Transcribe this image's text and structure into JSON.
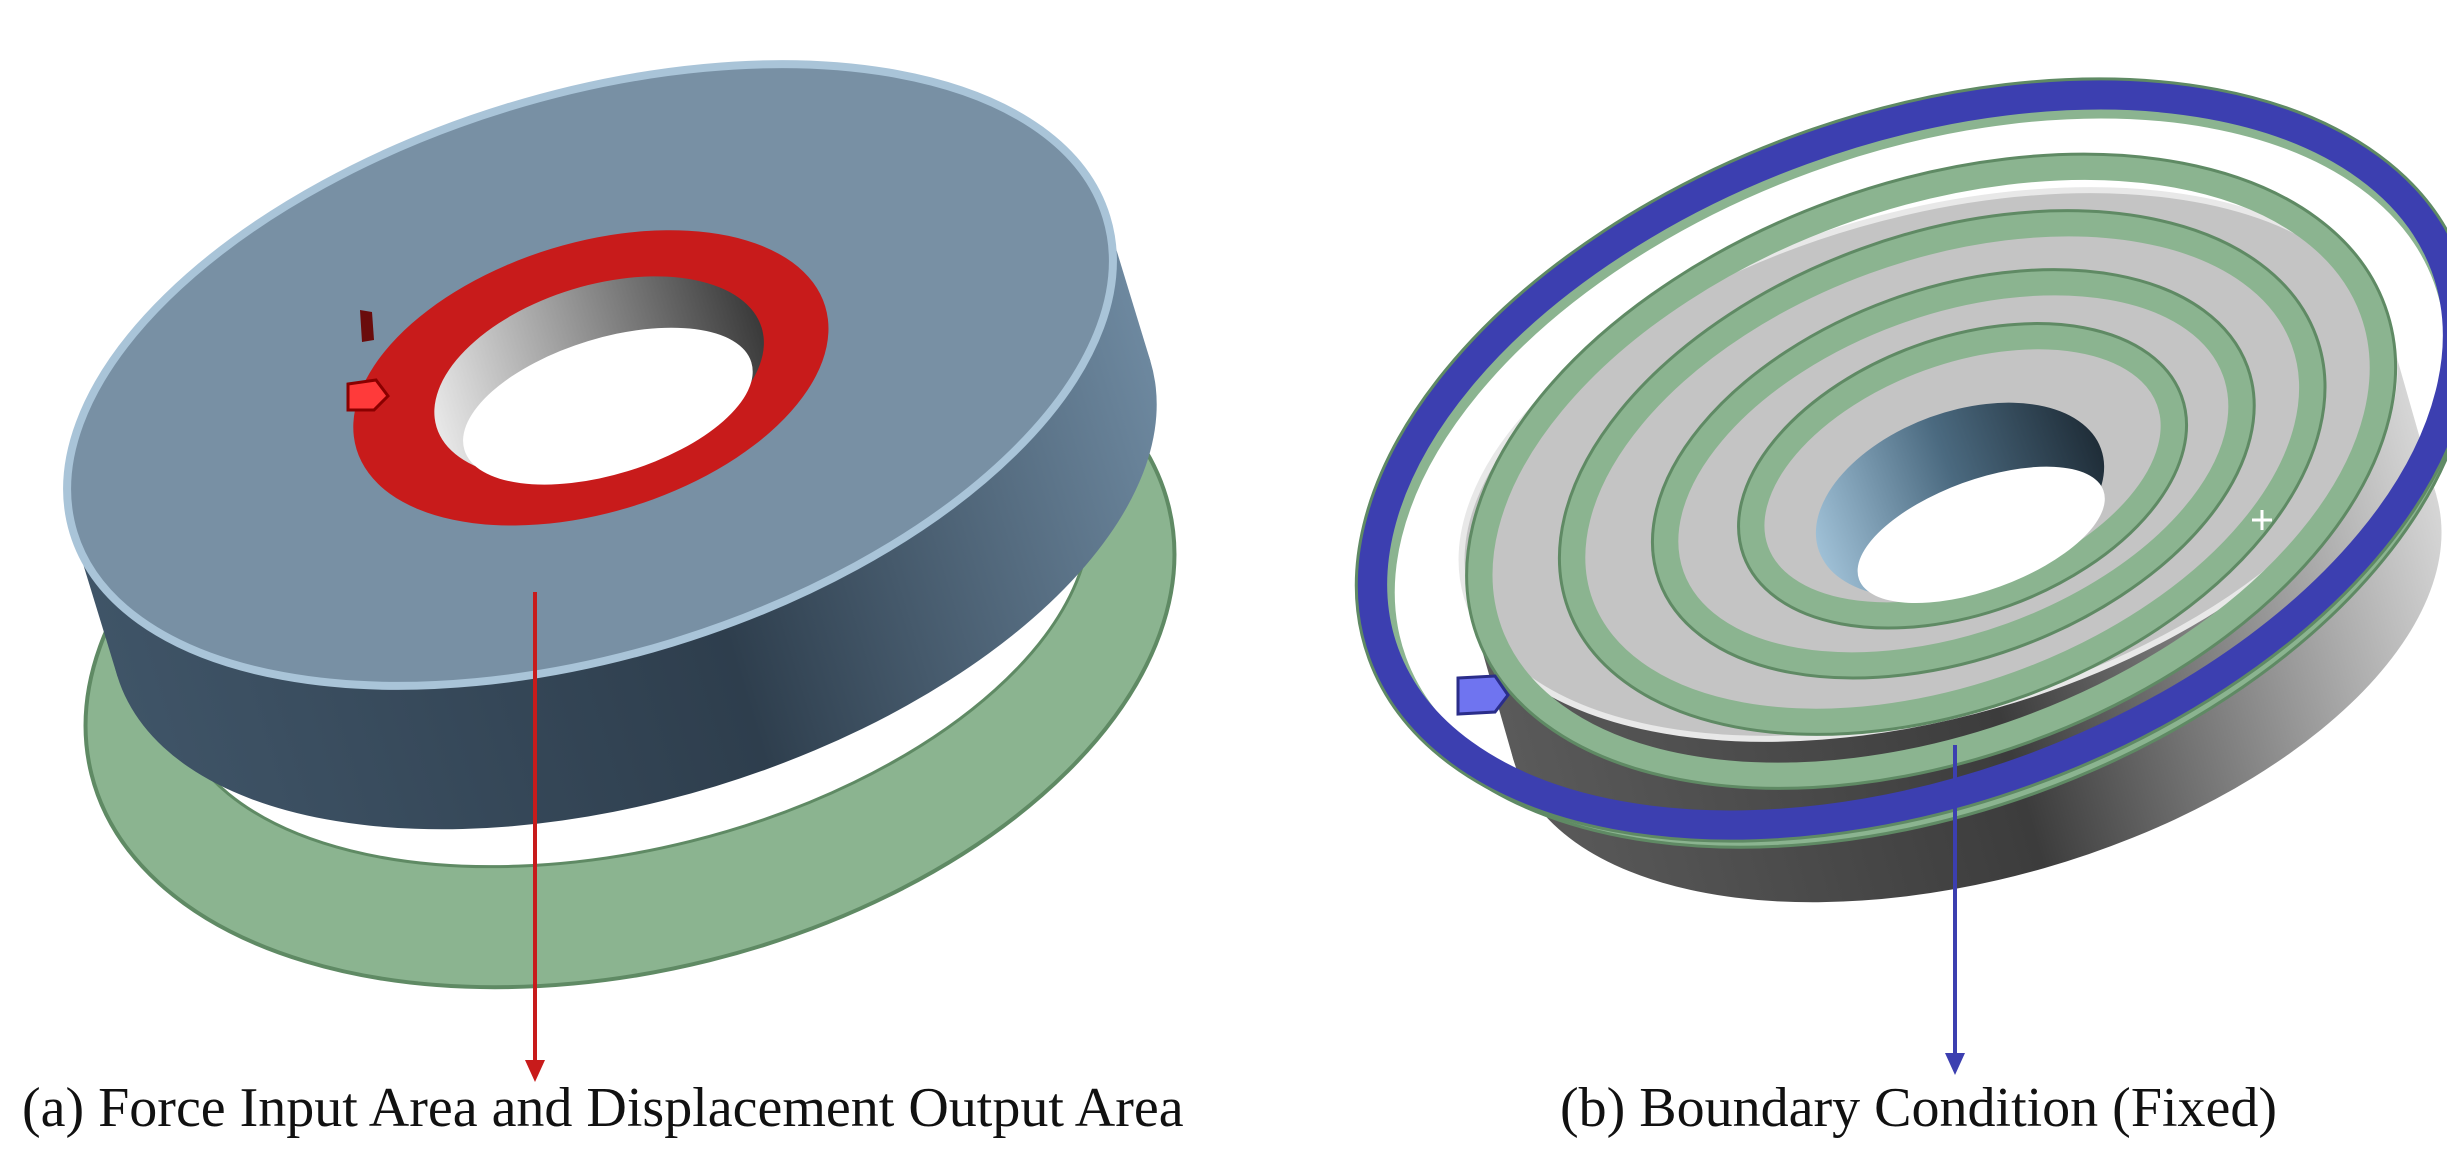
{
  "panels": [
    {
      "id": "a",
      "caption": "(a) Force Input Area and Displacement Output Area"
    },
    {
      "id": "b",
      "caption": "(b) Boundary Condition (Fixed)"
    }
  ],
  "colors": {
    "background": "#ffffff",
    "disk_face": "#7890a4",
    "disk_side": "#4a6176",
    "green_part": "#8bb490",
    "green_edge": "#5f8a64",
    "force_area": "#c81b1b",
    "fixed_ring": "#3c3fb0",
    "grey_body": "#b8b8b8",
    "grey_side": "#6e6e6e"
  },
  "icons": {
    "force_marker": "red-pentagon-marker-icon",
    "fixed_marker": "blue-pentagon-marker-icon"
  }
}
